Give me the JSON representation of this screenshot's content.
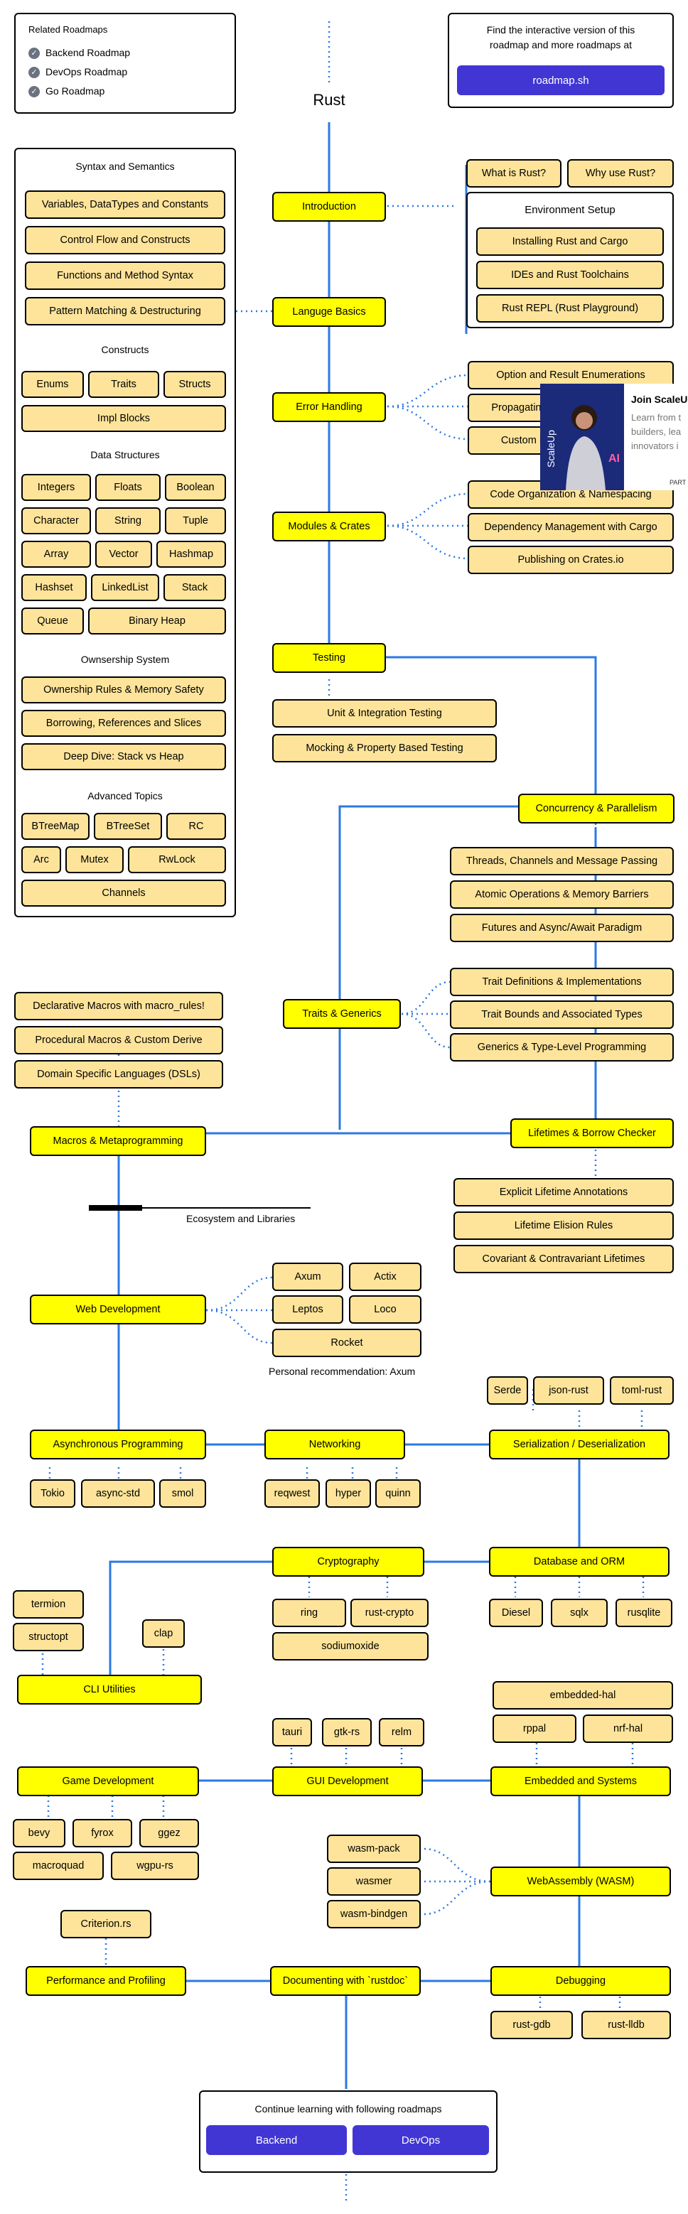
{
  "title": "Rust",
  "related": {
    "heading": "Related Roadmaps",
    "items": [
      "Backend Roadmap",
      "DevOps Roadmap",
      "Go Roadmap"
    ]
  },
  "interactive": {
    "text_line1": "Find the interactive version of this",
    "text_line2": "roadmap and more roadmaps at",
    "button": "roadmap.sh"
  },
  "left_panel": {
    "syntax_heading": "Syntax and Semantics",
    "syntax": [
      "Variables, DataTypes and Constants",
      "Control Flow and Constructs",
      "Functions and Method Syntax",
      "Pattern Matching & Destructuring"
    ],
    "constructs_heading": "Constructs",
    "constructs": [
      "Enums",
      "Traits",
      "Structs",
      "Impl Blocks"
    ],
    "ds_heading": "Data Structures",
    "ds": [
      "Integers",
      "Floats",
      "Boolean",
      "Character",
      "String",
      "Tuple",
      "Array",
      "Vector",
      "Hashmap",
      "Hashset",
      "LinkedList",
      "Stack",
      "Queue",
      "Binary Heap"
    ],
    "own_heading": "Ownsership System",
    "own": [
      "Ownership Rules & Memory Safety",
      "Borrowing, References and Slices",
      "Deep Dive: Stack vs Heap"
    ],
    "adv_heading": "Advanced Topics",
    "adv": [
      "BTreeMap",
      "BTreeSet",
      "RC",
      "Arc",
      "Mutex",
      "RwLock",
      "Channels"
    ]
  },
  "intro": {
    "main": "Introduction",
    "what": "What is Rust?",
    "why": "Why use Rust?",
    "env_heading": "Environment Setup",
    "env": [
      "Installing Rust and Cargo",
      "IDEs and Rust Toolchains",
      "Rust REPL (Rust Playground)"
    ]
  },
  "basics": "Languge Basics",
  "error": {
    "main": "Error Handling",
    "items": [
      "Option and Result Enumerations",
      "Propagating Errors and ? Operator",
      "Custom Error Types and Traits"
    ]
  },
  "modules": {
    "main": "Modules & Crates",
    "items": [
      "Code Organization & Namespacing",
      "Dependency Management with Cargo",
      "Publishing on Crates.io"
    ]
  },
  "testing": {
    "main": "Testing",
    "items": [
      "Unit & Integration Testing",
      "Mocking & Property Based Testing"
    ]
  },
  "concurrency": {
    "main": "Concurrency & Parallelism",
    "items": [
      "Threads, Channels and Message Passing",
      "Atomic Operations & Memory Barriers",
      "Futures and Async/Await Paradigm"
    ]
  },
  "traits": {
    "main": "Traits & Generics",
    "items": [
      "Trait Definitions & Implementations",
      "Trait Bounds and Associated Types",
      "Generics & Type-Level Programming"
    ]
  },
  "macros": {
    "main": "Macros & Metaprogramming",
    "items": [
      "Declarative Macros with macro_rules!",
      "Procedural Macros & Custom Derive",
      "Domain Specific Languages (DSLs)"
    ]
  },
  "lifetimes": {
    "main": "Lifetimes & Borrow Checker",
    "items": [
      "Explicit Lifetime Annotations",
      "Lifetime Elision Rules",
      "Covariant & Contravariant Lifetimes"
    ]
  },
  "ecosystem_label": "Ecosystem and Libraries",
  "web": {
    "main": "Web Development",
    "items": [
      "Axum",
      "Actix",
      "Leptos",
      "Loco",
      "Rocket"
    ],
    "note": "Personal recommendation: Axum"
  },
  "async": {
    "main": "Asynchronous Programming",
    "items": [
      "Tokio",
      "async-std",
      "smol"
    ]
  },
  "networking": {
    "main": "Networking",
    "items": [
      "reqwest",
      "hyper",
      "quinn"
    ]
  },
  "serialization": {
    "main": "Serialization / Deserialization",
    "items": [
      "Serde",
      "json-rust",
      "toml-rust"
    ]
  },
  "crypto": {
    "main": "Cryptography",
    "items": [
      "ring",
      "rust-crypto",
      "sodiumoxide"
    ]
  },
  "database": {
    "main": "Database and ORM",
    "items": [
      "Diesel",
      "sqlx",
      "rusqlite"
    ]
  },
  "cli": {
    "main": "CLI Utilities",
    "items": [
      "termion",
      "structopt",
      "clap"
    ]
  },
  "gui": {
    "main": "GUI Development",
    "items": [
      "tauri",
      "gtk-rs",
      "relm"
    ]
  },
  "embedded": {
    "main": "Embedded and Systems",
    "items": [
      "embedded-hal",
      "rppal",
      "nrf-hal"
    ]
  },
  "game": {
    "main": "Game Development",
    "items": [
      "bevy",
      "fyrox",
      "ggez",
      "macroquad",
      "wgpu-rs"
    ]
  },
  "wasm": {
    "main": "WebAssembly (WASM)",
    "items": [
      "wasm-pack",
      "wasmer",
      "wasm-bindgen"
    ]
  },
  "perf": {
    "main": "Performance and Profiling",
    "items": [
      "Criterion.rs"
    ]
  },
  "docs": {
    "main": "Documenting with `rustdoc`"
  },
  "debug": {
    "main": "Debugging",
    "items": [
      "rust-gdb",
      "rust-lldb"
    ]
  },
  "continue": {
    "text": "Continue learning with following roadmaps",
    "buttons": [
      "Backend",
      "DevOps"
    ]
  },
  "ad": {
    "title": "Join ScaleUp",
    "line1": "Learn from t",
    "line2": "builders, lea",
    "line3": "innovators i",
    "badge": "PART"
  },
  "colors": {
    "yellow": "#ffff00",
    "pale": "#fee49a",
    "line": "#2b78e4",
    "button": "#4136d4"
  }
}
